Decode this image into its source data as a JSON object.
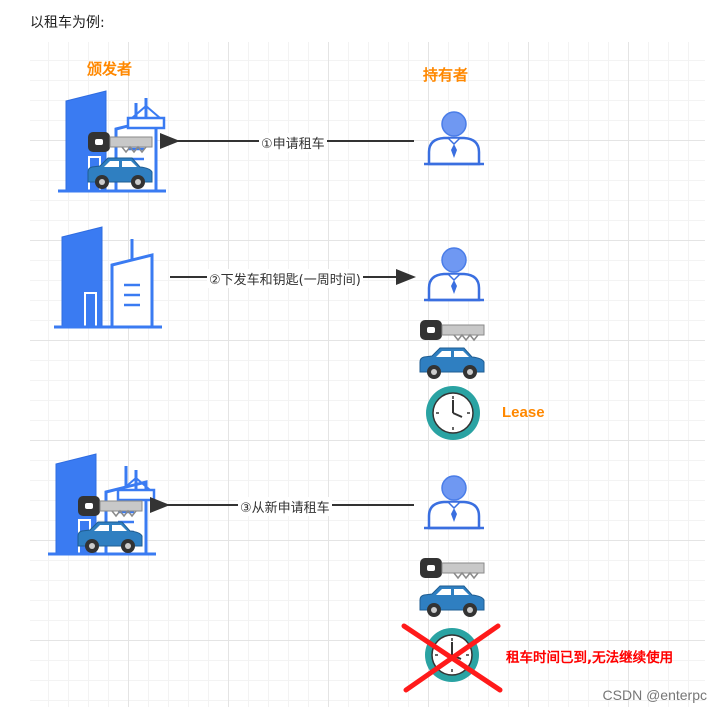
{
  "intro": "以租车为例:",
  "actors": {
    "issuer": "颁发者",
    "holder": "持有者"
  },
  "steps": [
    {
      "label": "①申请租车"
    },
    {
      "label": "②下发车和钥匙(一周时间)"
    },
    {
      "label": "③从新申请租车"
    }
  ],
  "lease_label": "Lease",
  "expired_label": "租车时间已到,无法继续使用",
  "watermark": "CSDN @enterpc",
  "colors": {
    "accent_orange": "#ff8800",
    "building_blue": "#3a7bf2",
    "person_blue": "#5b8cf0",
    "car_blue": "#2f7fc1",
    "clock_teal": "#2aa3a3",
    "alert_red": "#ff0000",
    "arrow": "#333333"
  },
  "icons": [
    "building-icon",
    "person-icon",
    "key-icon",
    "car-icon",
    "clock-icon",
    "cross-icon",
    "crane-icon"
  ]
}
